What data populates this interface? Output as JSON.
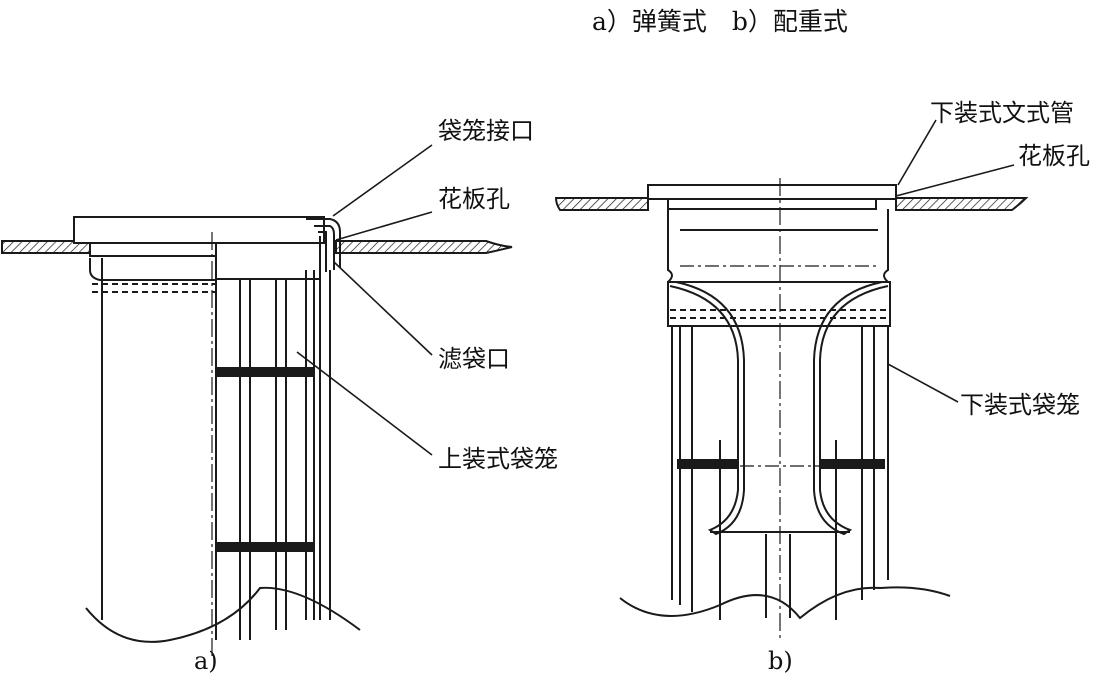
{
  "caption": "a）弹簧式　b）配重式",
  "figure_a": {
    "sublabel": "a)",
    "labels": {
      "cage_interface": "袋笼接口",
      "tubesheet_hole": "花板孔",
      "bag_opening": "滤袋口",
      "top_loading_cage": "上装式袋笼"
    }
  },
  "figure_b": {
    "sublabel": "b)",
    "labels": {
      "bottom_loading_venturi": "下装式文式管",
      "tubesheet_hole": "花板孔",
      "bottom_loading_cage": "下装式袋笼"
    }
  },
  "colors": {
    "line": "#1a1a1a",
    "background": "#ffffff"
  }
}
